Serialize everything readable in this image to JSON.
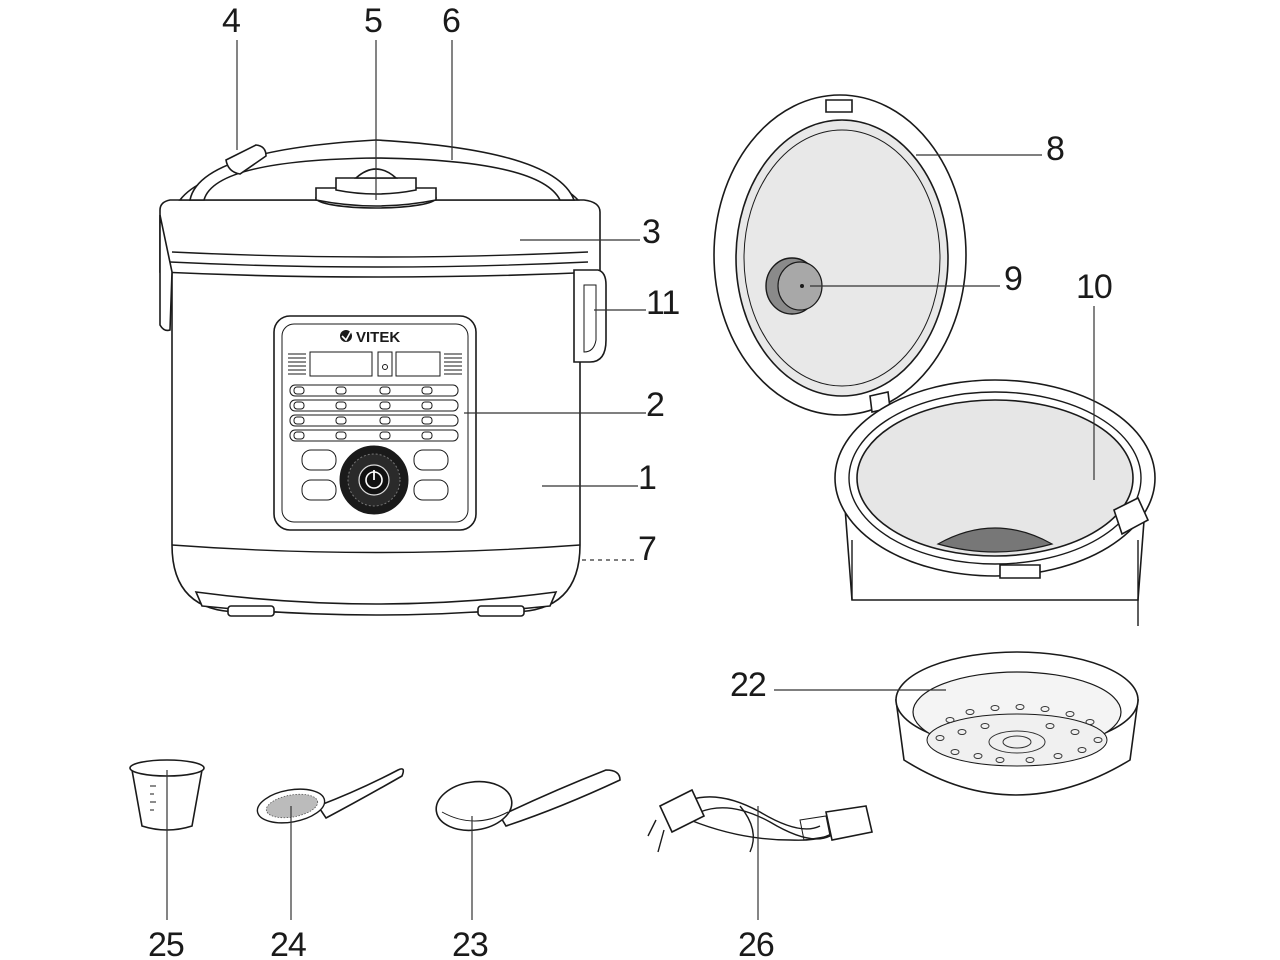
{
  "brand": "VITEK",
  "callouts": {
    "c1": "1",
    "c2": "2",
    "c3": "3",
    "c4": "4",
    "c5": "5",
    "c6": "6",
    "c7": "7",
    "c8": "8",
    "c9": "9",
    "c10": "10",
    "c11": "11",
    "c22": "22",
    "c23": "23",
    "c24": "24",
    "c25": "25",
    "c26": "26"
  }
}
